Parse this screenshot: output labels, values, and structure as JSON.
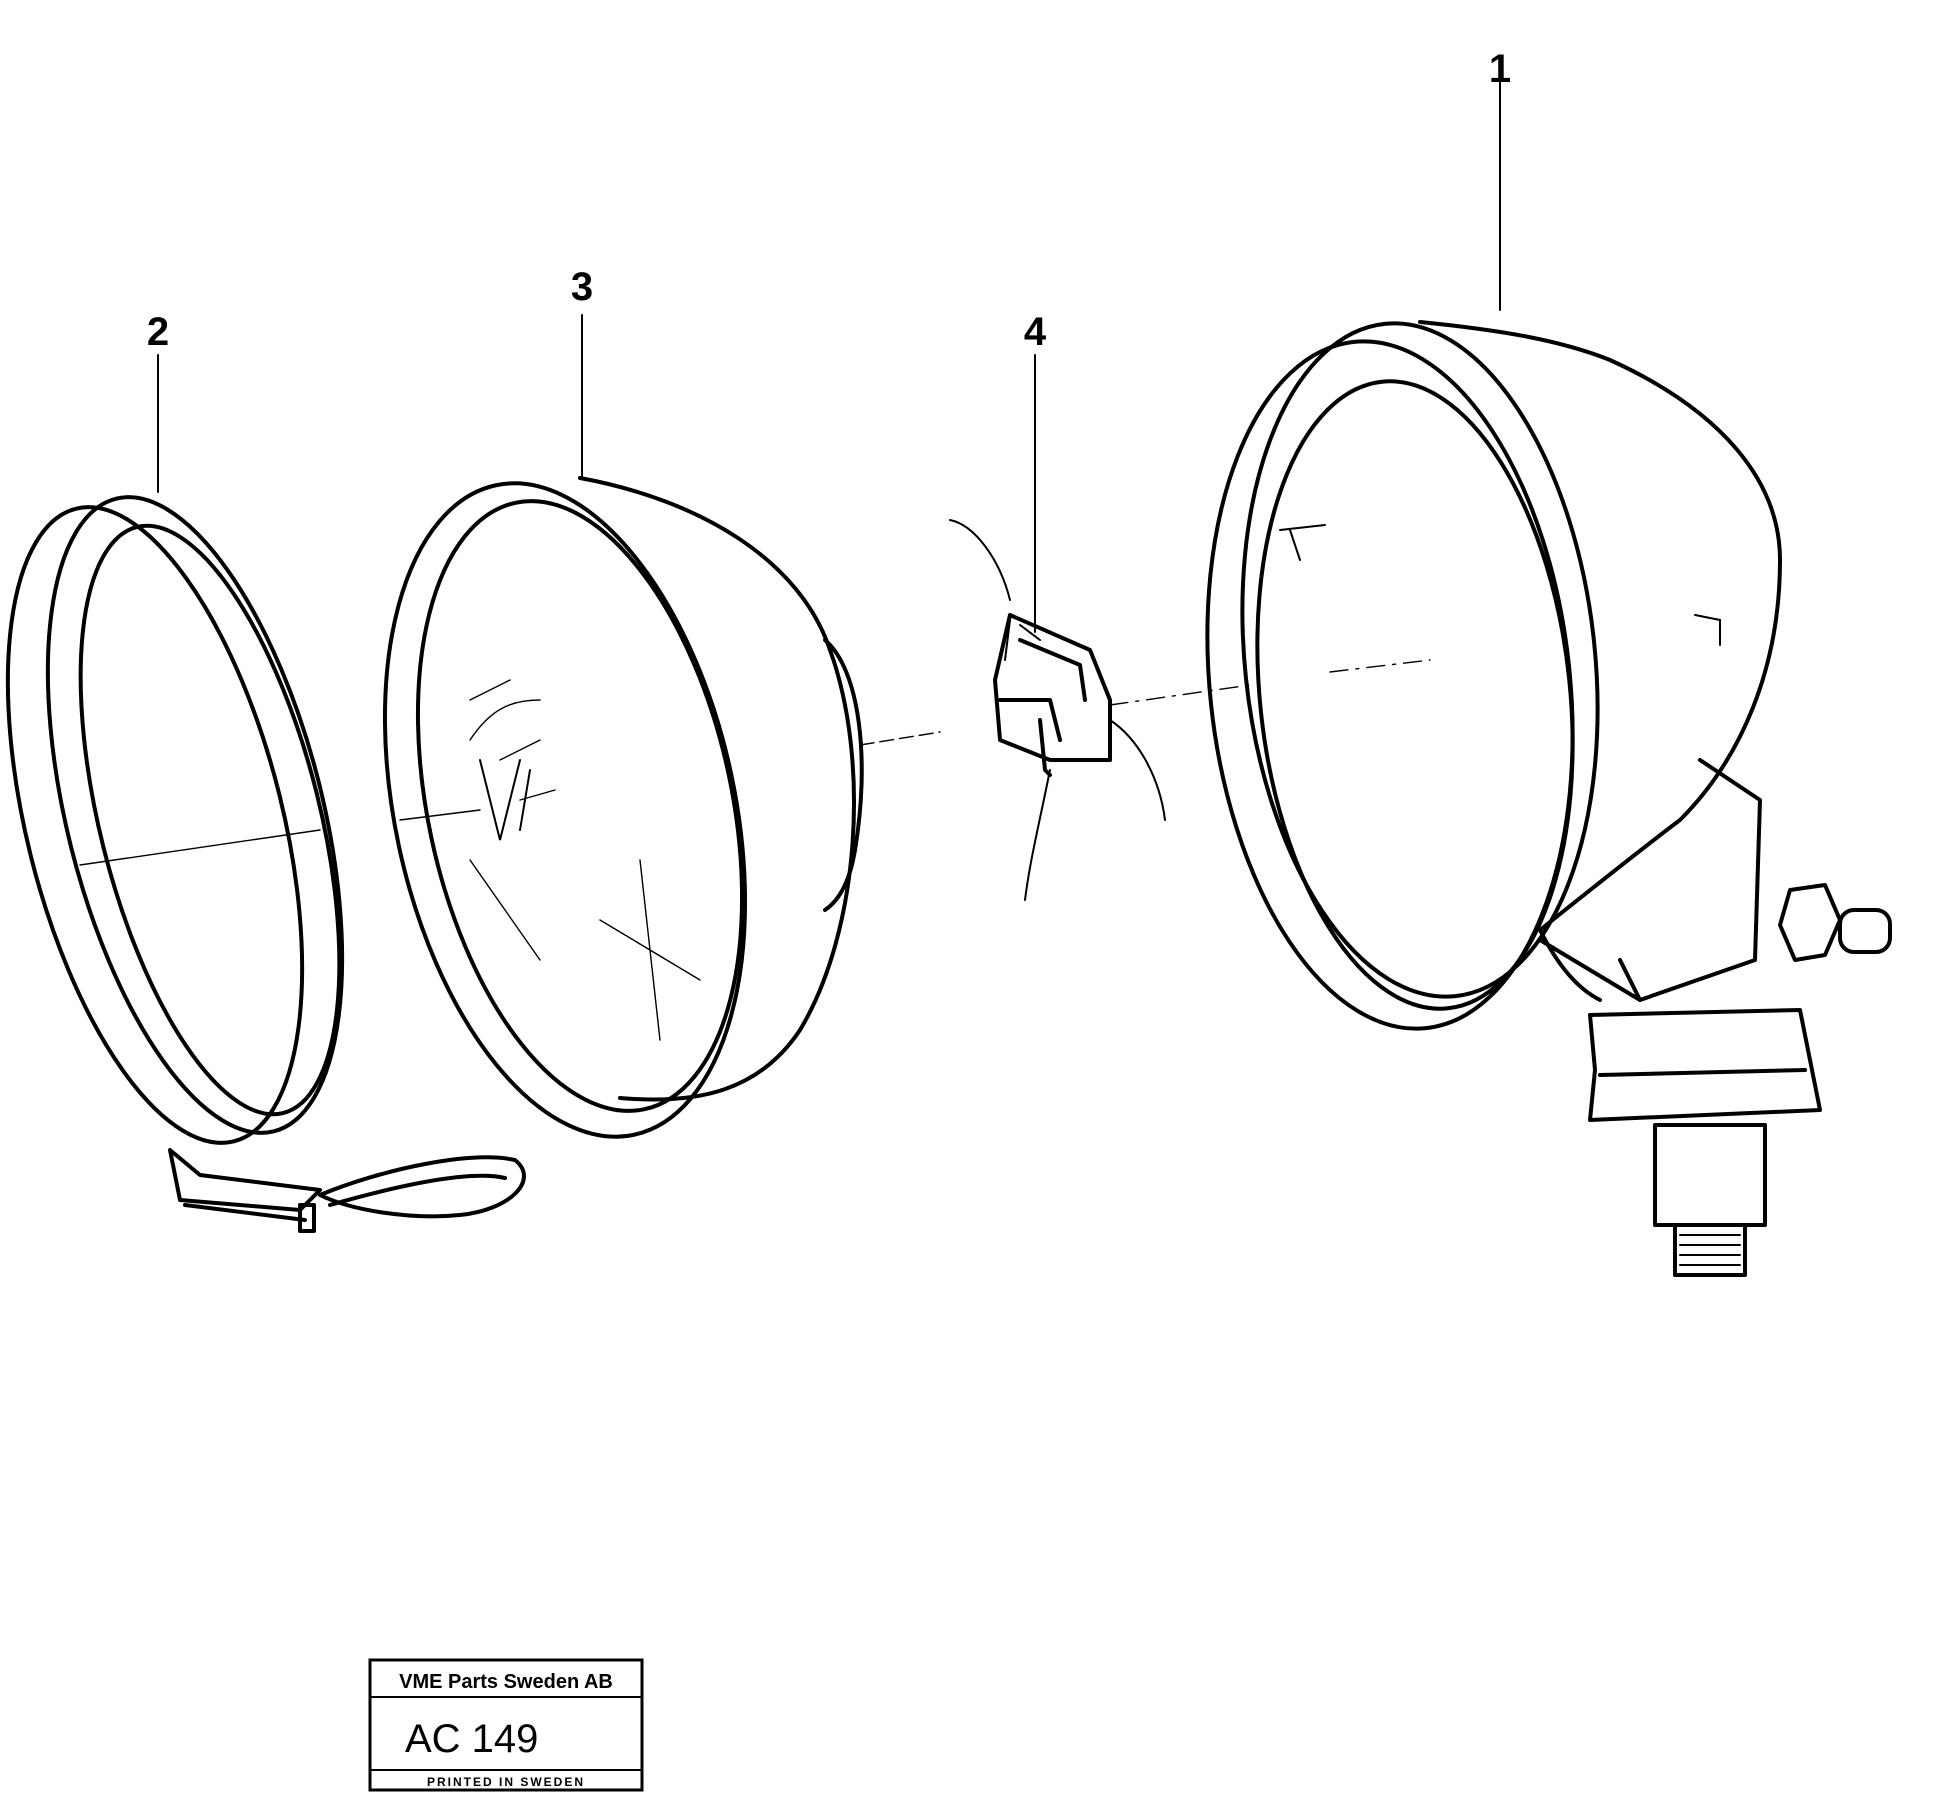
{
  "callouts": {
    "part1": "1",
    "part2": "2",
    "part3": "3",
    "part4": "4"
  },
  "stamp": {
    "company": "VME Parts Sweden AB",
    "code": "AC 149",
    "printed": "PRINTED IN SWEDEN"
  }
}
